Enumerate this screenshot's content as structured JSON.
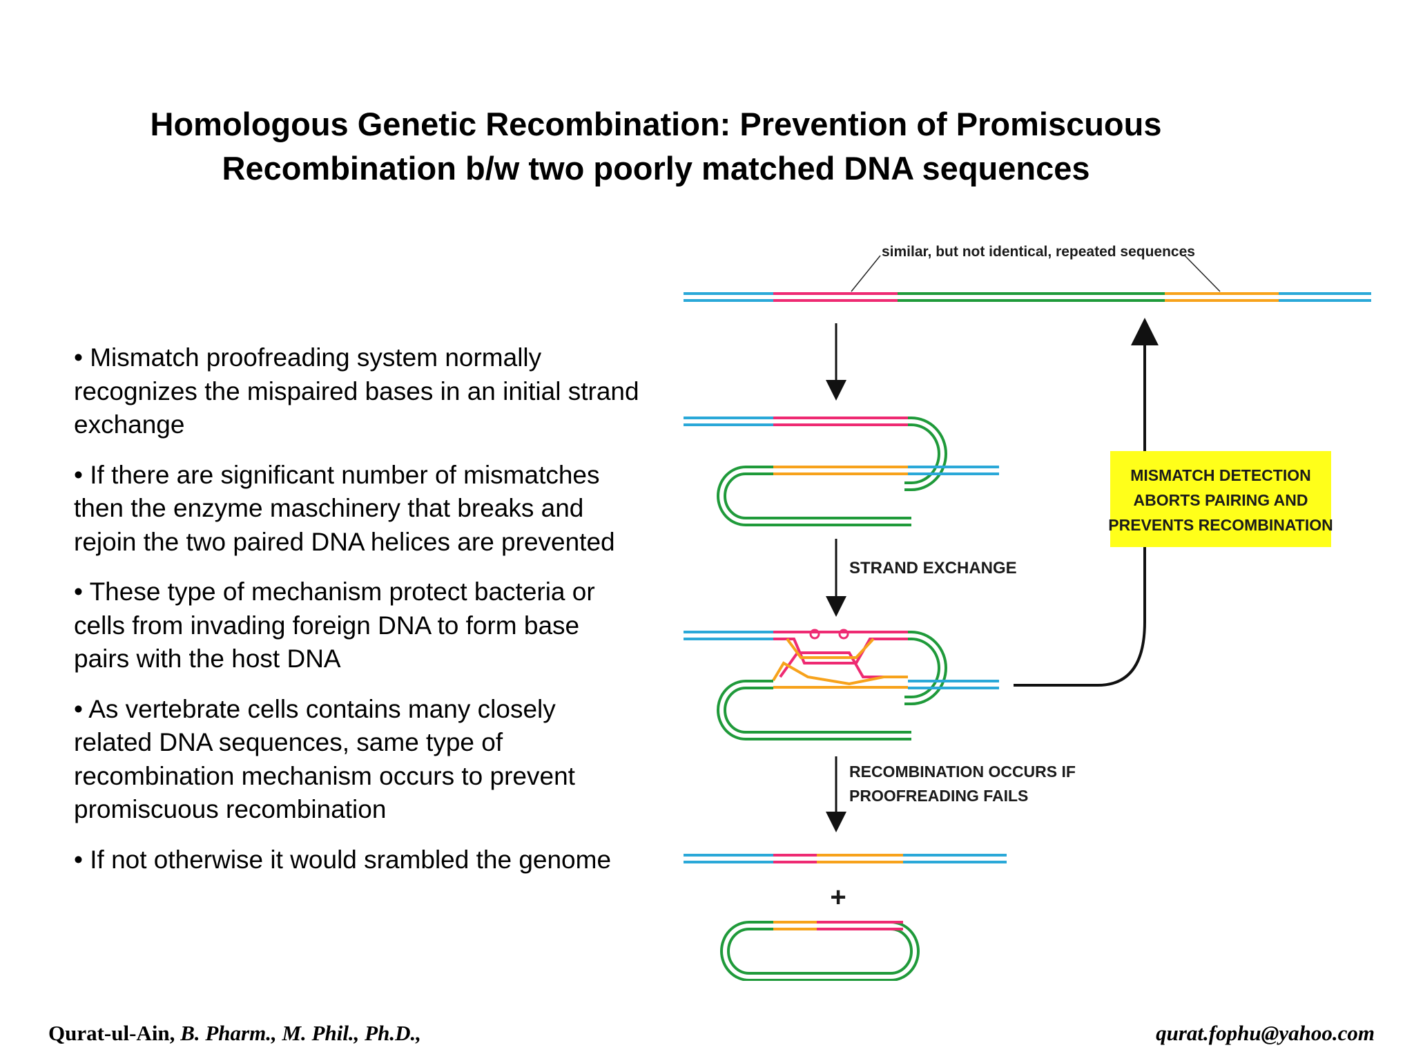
{
  "title": {
    "line1": "Homologous Genetic Recombination: Prevention of Promiscuous",
    "line2": "Recombination b/w two poorly matched DNA sequences"
  },
  "bullets": [
    "• Mismatch proofreading system normally recognizes the mispaired bases in an initial strand exchange",
    "• If there are significant number of mismatches then the enzyme maschinery that breaks and rejoin the two paired DNA helices are prevented",
    "• These type of mechanism protect bacteria or cells from invading foreign DNA to form base pairs with the host DNA",
    "• As vertebrate cells contains many closely related DNA sequences, same type of recombination mechanism occurs to prevent promiscuous recombination",
    "• If not otherwise it would srambled the genome"
  ],
  "diagram": {
    "top_label": "similar, but not identical, repeated sequences",
    "step1_label": "STRAND EXCHANGE",
    "step2_label_line1": "RECOMBINATION OCCURS IF",
    "step2_label_line2": "PROOFREADING FAILS",
    "mismatch_box": {
      "line1": "MISMATCH DETECTION",
      "line2": "ABORTS PAIRING AND",
      "line3": "PREVENTS RECOMBINATION",
      "color": "#ffff1a"
    },
    "plus_sign": "+",
    "colors": {
      "blue": "#2aa8d8",
      "pink": "#ee2a72",
      "green": "#1f9a3a",
      "orange": "#f7a21b"
    }
  },
  "footer": {
    "author": "Qurat-ul-Ain,",
    "credentials": "B. Pharm., M. Phil., Ph.D.,",
    "email": "qurat.fophu@yahoo.com"
  }
}
